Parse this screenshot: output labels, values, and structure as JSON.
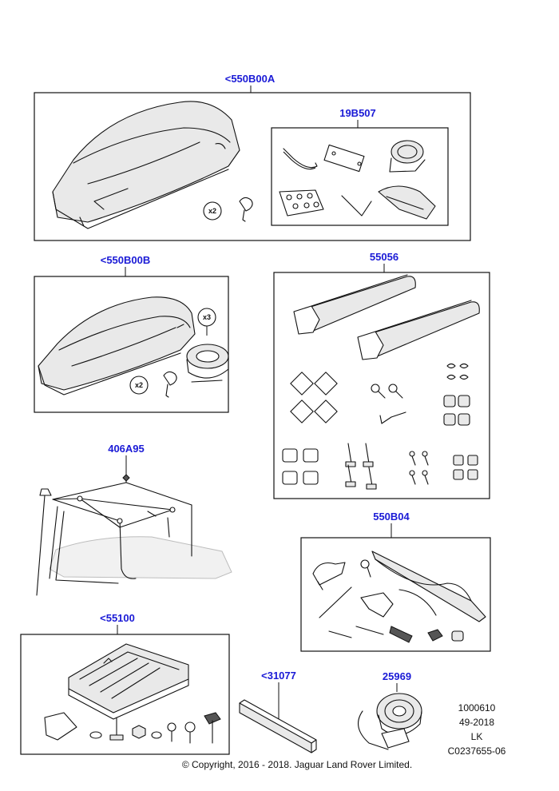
{
  "parts": {
    "box_a": "<550B00A",
    "kit_19b507": "19B507",
    "box_b": "<550B00B",
    "ski_55056": "55056",
    "hoist_406a95": "406A95",
    "bike_550b04": "550B04",
    "rack_55100": "<55100",
    "strip_31077": "<31077",
    "strap_25969": "25969"
  },
  "quantities": {
    "keys_a": "x2",
    "keys_b": "x2",
    "tape_b": "x3"
  },
  "metadata": {
    "line1": "1000610",
    "line2": "49-2018",
    "line3": "LK",
    "line4": "C0237655-06"
  },
  "copyright": "© Copyright, 2016 - 2018. Jaguar Land Rover Limited.",
  "colors": {
    "link": "#1a1ad6",
    "ink": "#111111"
  }
}
